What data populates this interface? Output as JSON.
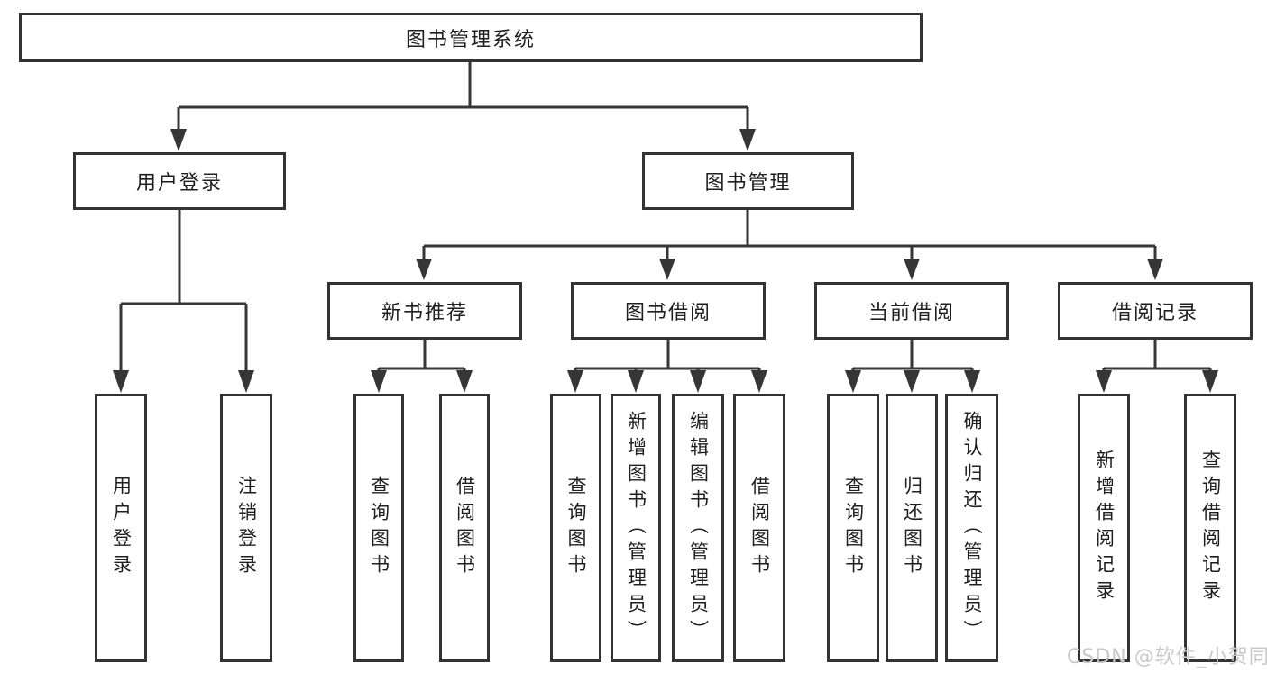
{
  "nodes": {
    "root": "图书管理系统",
    "user_login": "用户登录",
    "book_mgmt": "图书管理",
    "new_book_rec": "新书推荐",
    "book_borrow": "图书借阅",
    "current_borrow": "当前借阅",
    "borrow_records": "借阅记录",
    "ul_login": "用户登录",
    "ul_logout": "注销登录",
    "nbr_query": "查询图书",
    "nbr_borrow": "借阅图书",
    "bb_query": "查询图书",
    "bb_add": "新增图书（管理员）",
    "bb_edit": "编辑图书（管理员）",
    "bb_borrow": "借阅图书",
    "cb_query": "查询图书",
    "cb_return": "归还图书",
    "cb_confirm": "确认归还（管理员）",
    "br_add": "新增借阅记录",
    "br_query": "查询借阅记录"
  },
  "watermark": "CSDN @软件_小贺同学",
  "colors": {
    "line": "#363636",
    "box_border": "#333333",
    "text": "#1f1f1f",
    "watermark": "#c9c9c9",
    "background": "#ffffff"
  }
}
